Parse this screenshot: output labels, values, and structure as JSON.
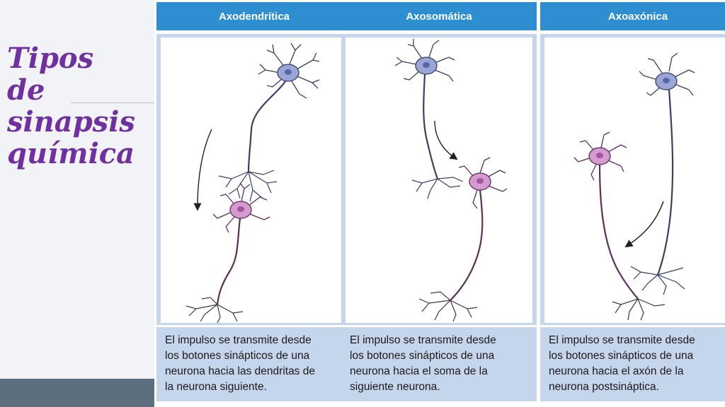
{
  "slide": {
    "title_lines": [
      "Tipos",
      "de",
      "sinapsis",
      "química"
    ]
  },
  "columns": [
    {
      "header": "Axodendrítica",
      "caption_lines": [
        "El impulso se transmite desde",
        "los botones sinápticos de una",
        "neurona hacia las dendritas de",
        "la neurona siguiente."
      ]
    },
    {
      "header": "Axosomática",
      "caption_lines": [
        "El impulso se transmite desde",
        "los botones sinápticos de una",
        "neurona hacia el soma de la",
        "siguiente neurona."
      ]
    },
    {
      "header": "Axoaxónica",
      "caption_lines": [
        "El impulso se transmite desde",
        "los botones sinápticos de una",
        "neurona hacia el axón de la",
        "neurona postsináptica."
      ]
    }
  ],
  "colors": {
    "title": "#7030a0",
    "header_bg": "#2d8fd2",
    "panel_bg": "#c5d6ec",
    "presynaptic_neuron": "#9aa6d6",
    "postsynaptic_neuron": "#d69ad0",
    "bottom_bar": "#5d6f7f"
  },
  "icons": [
    "presynaptic-neuron-icon",
    "postsynaptic-neuron-icon",
    "impulse-direction-arrow-icon"
  ]
}
